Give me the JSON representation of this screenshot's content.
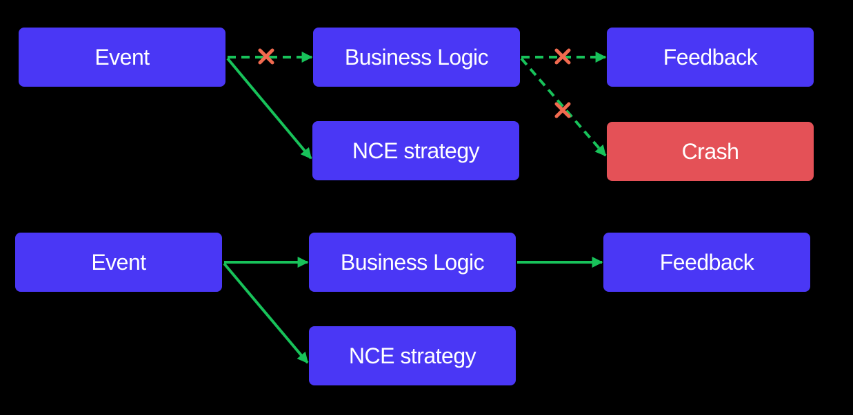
{
  "colors": {
    "background": "#000000",
    "node": "#4a37f5",
    "crash": "#e45157",
    "arrow": "#18c25a",
    "blocked_marker": "#f16a4f",
    "text": "#ffffff"
  },
  "top_flow": {
    "event": "Event",
    "business_logic": "Business Logic",
    "feedback": "Feedback",
    "nce_strategy": "NCE strategy",
    "crash": "Crash"
  },
  "bottom_flow": {
    "event": "Event",
    "business_logic": "Business Logic",
    "feedback": "Feedback",
    "nce_strategy": "NCE strategy"
  },
  "marker_icon": "cross-icon"
}
